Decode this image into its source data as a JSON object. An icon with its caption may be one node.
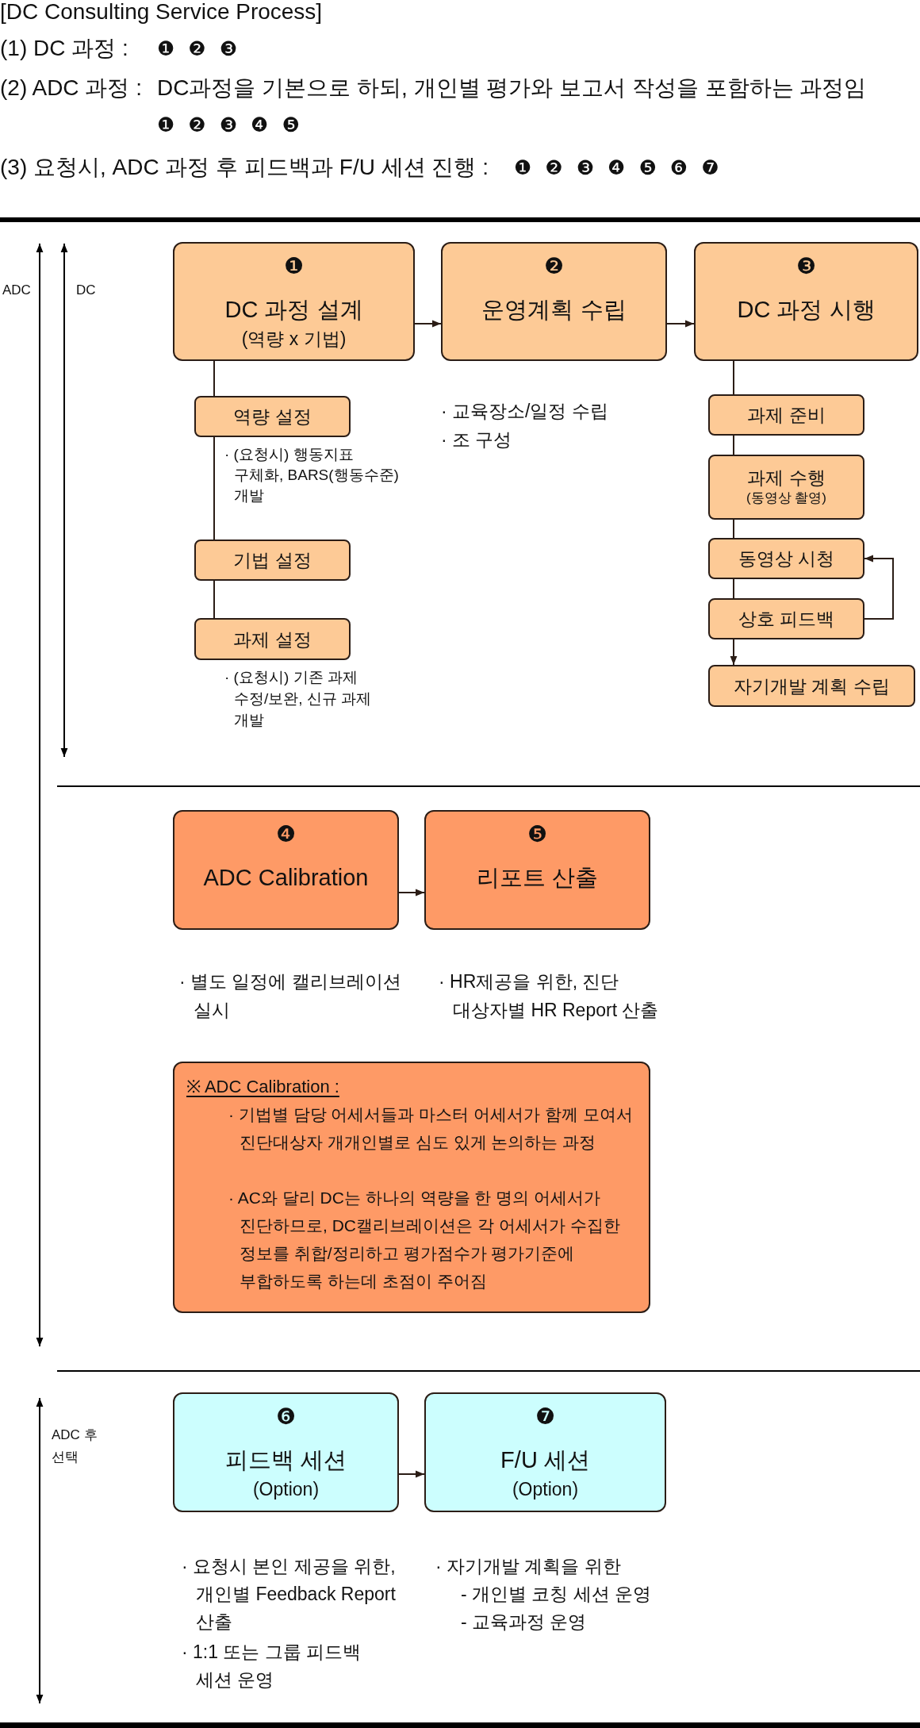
{
  "diagram": {
    "title": "[DC Consulting Service Process]",
    "nodes": [
      {
        "text": [
          "❶",
          "DC 과정 설계",
          "(역량 x 기법)"
        ]
      },
      {
        "text": [
          "❷",
          "운영계획 수립"
        ],
        "beside": [
          "· 교육장소/일정 수립",
          "· 조 구성"
        ]
      },
      {
        "text": [
          "❸",
          "DC 과정 시행"
        ]
      },
      {
        "text": [
          "역량 설정"
        ],
        "beside": [
          "· (요청시) 행동지표 구체화, BARS(행동수준) 개발"
        ]
      },
      {
        "text": [
          "기법 설정"
        ]
      },
      {
        "text": [
          "과제 설정"
        ],
        "beside": [
          "· (요청시) 기존 과제 수정/보완, 신규 과제 개발"
        ]
      },
      {
        "text": [
          "과제 준비"
        ]
      },
      {
        "text": [
          "과제 수행",
          "(동영상 촬영)"
        ]
      },
      {
        "text": [
          "동영상 시청"
        ]
      },
      {
        "text": [
          "상호 피드백"
        ]
      },
      {
        "text": [
          "자기개발 계획 수립"
        ]
      },
      {
        "text": [
          "❹",
          "ADC Calibration"
        ],
        "beside": [
          "· 별도 일정에 캘리브레이션 실시"
        ]
      },
      {
        "text": [
          "❺",
          "리포트 산출"
        ],
        "beside": [
          "· HR제공을 위한, 진단 대상자별 HR Report 산출"
        ]
      },
      {
        "text": [
          "※ ADC Calibration :",
          "· 기법별 담당 어세서들과 마스터 어세서가 함께 모여서 진단대상자 개개인별로 심도 있게 논의하는 과정",
          "· AC와 달리 DC는 하나의 역량을 한 명의 어세서가 진단하므로, DC캘리브레이션은 각 어세서가 수집한 정보를 취합/정리하고 평가점수가 평가기준에 부합하도록 하는데 초점이 주어짐"
        ]
      },
      {
        "text": [
          "❻",
          "피드백 세션",
          "(Option)"
        ],
        "beside": [
          "· 요청시 본인 제공을 위한, 개인별 Feedback Report 산출",
          "· 1:1 또는 그룹 피드백 세션 운영"
        ]
      },
      {
        "text": [
          "❼",
          "F/U 세션",
          "(Option)"
        ],
        "beside": [
          "· 자기개발 계획을 위한",
          "- 개인별 코칭 세션 운영",
          "- 교육과정 운영"
        ]
      }
    ],
    "edges": [
      {
        "from": 0,
        "to": 1,
        "arrow": "to"
      },
      {
        "from": 1,
        "to": 2,
        "arrow": "to"
      },
      {
        "from": 0,
        "to": 3,
        "arrow": "none"
      },
      {
        "from": 3,
        "to": 4,
        "arrow": "none"
      },
      {
        "from": 4,
        "to": 5,
        "arrow": "none"
      },
      {
        "from": 2,
        "to": 6,
        "arrow": "none"
      },
      {
        "from": 6,
        "to": 7,
        "arrow": "none"
      },
      {
        "from": 7,
        "to": 8,
        "arrow": "none"
      },
      {
        "from": 8,
        "to": 9,
        "arrow": "none"
      },
      {
        "from": 9,
        "to": 10,
        "arrow": "to"
      },
      {
        "from": 9,
        "to": 8,
        "arrow": "to"
      },
      {
        "from": 11,
        "to": 12,
        "arrow": "to"
      },
      {
        "from": 14,
        "to": 15,
        "arrow": "to"
      }
    ],
    "labels": [
      "(1) DC 과정 :",
      "❶ ❷ ❸",
      "(2) ADC 과정 :",
      "DC과정을 기본으로 하되, 개인별 평가와 보고서 작성을 포함하는 과정임",
      "❶ ❷ ❸ ❹ ❺",
      "(3) 요청시, ADC 과정 후 피드백과 F/U 세션 진행 :",
      "❶ ❷ ❸ ❹ ❺ ❻ ❼",
      "ADC",
      "DC",
      "ADC 후 선택"
    ]
  }
}
